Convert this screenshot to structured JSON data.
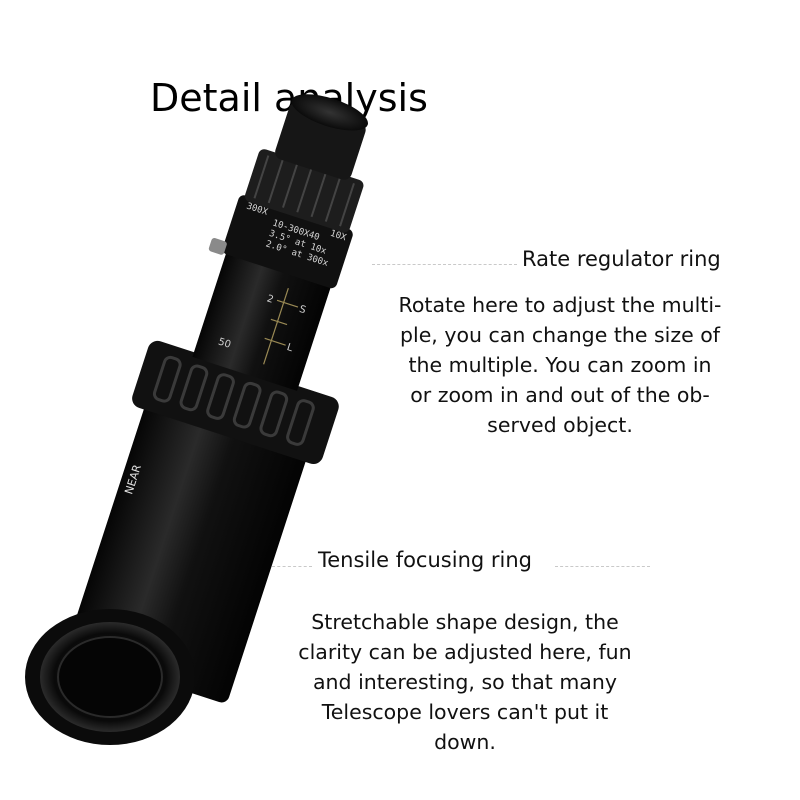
{
  "title": "Detail analysis",
  "product_markings": {
    "spec_lines": [
      "10-300X40",
      "3.5° at 10x",
      "2.0° at 300x"
    ],
    "zoom_max": "300X",
    "zoom_min": "10X",
    "near_label": "NEAR",
    "scale_s": "S",
    "scale_l": "L",
    "scale_2": "2",
    "scale_50": "50"
  },
  "callouts": [
    {
      "title": "Rate regulator ring",
      "body_lines": [
        "Rotate here to adjust the multi-",
        "ple, you can change the size of",
        "the multiple. You can zoom in",
        "or zoom in and out of the ob-",
        "served object."
      ]
    },
    {
      "title": "Tensile focusing ring",
      "body_lines": [
        "Stretchable shape design, the",
        "clarity can be adjusted here, fun",
        "and interesting, so that many",
        "Telescope lovers can't put it",
        "down."
      ]
    }
  ],
  "colors": {
    "background": "#ffffff",
    "body": "#0d0d0d",
    "leader": "#c9c9c9"
  }
}
